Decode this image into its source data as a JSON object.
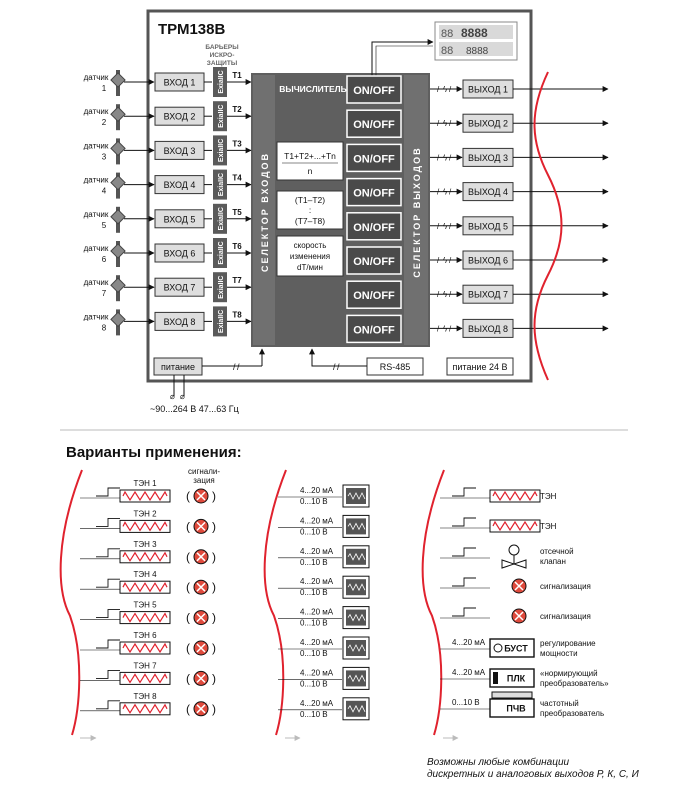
{
  "colors": {
    "frame": "#555555",
    "panel": "#5f5f5f",
    "panel_dark": "#4a4a4a",
    "box_fill": "#dedede",
    "wave": "#e0222e",
    "heater": "#e0222e",
    "lamp": "#e04a3c",
    "text": "#111111"
  },
  "device": {
    "title": "ТРМ138В",
    "barrier_label": "БАРЬЕРЫ ИСКРО-ЗАЩИТЫ",
    "sensor_label": "датчик",
    "sensors": [
      "1",
      "2",
      "3",
      "4",
      "5",
      "6",
      "7",
      "8"
    ],
    "inputs": [
      "ВХОД 1",
      "ВХОД 2",
      "ВХОД 3",
      "ВХОД 4",
      "ВХОД 5",
      "ВХОД 6",
      "ВХОД 7",
      "ВХОД 8"
    ],
    "barrier_tag": "ExiaIIC",
    "channels": [
      "T1",
      "T2",
      "T3",
      "T4",
      "T5",
      "T6",
      "T7",
      "T8"
    ],
    "input_selector": "СЕЛЕКТОР ВХОДОВ",
    "output_selector": "СЕЛЕКТОР ВЫХОДОВ",
    "calculator": "ВЫЧИСЛИТЕЛЬ",
    "formula_sum": "T1+T2+...+Tn",
    "formula_n": "n",
    "formula_diff_top": "(T1–T2)",
    "formula_diff_dots": ":",
    "formula_diff_bottom": "(T7–T8)",
    "formula_rate_1": "скорость",
    "formula_rate_2": "изменения",
    "formula_rate_3": "dT/мин",
    "onoff": "ON/OFF",
    "outputs": [
      "ВЫХОД 1",
      "ВЫХОД 2",
      "ВЫХОД 3",
      "ВЫХОД 4",
      "ВЫХОД 5",
      "ВЫХОД 6",
      "ВЫХОД 7",
      "ВЫХОД 8"
    ],
    "display_top": "8888",
    "display_bottom": "8888",
    "display_small": "88",
    "power": "питание",
    "rs485": "RS-485",
    "power24": "питание 24 В",
    "supply": "~90...264 В 47...63 Гц",
    "slash_mark": "/",
    "bolt_mark": "ϟ"
  },
  "variants": {
    "title": "Варианты применения:",
    "signal_label_1": "сигнали-",
    "signal_label_2": "зация",
    "heaters": [
      "ТЭН 1",
      "ТЭН 2",
      "ТЭН 3",
      "ТЭН 4",
      "ТЭН 5",
      "ТЭН 6",
      "ТЭН 7",
      "ТЭН 8"
    ],
    "paren_open": "(",
    "paren_close": ")",
    "analog_ma": "4...20 мА",
    "analog_v": "0...10 В",
    "combo": [
      {
        "label": "ТЭН"
      },
      {
        "label": "ТЭН"
      },
      {
        "label": "отсечной",
        "label2": "клапан"
      },
      {
        "label": "сигнализация"
      },
      {
        "label": "сигнализация"
      },
      {
        "signal": "4...20 мА",
        "device": "БУСТ",
        "label": "регулирование",
        "label2": "мощности"
      },
      {
        "signal": "4...20 мА",
        "device": "ПЛК",
        "label": "«нормирующий",
        "label2": "преобразователь»"
      },
      {
        "signal": "0...10 В",
        "device": "ПЧВ",
        "label": "частотный",
        "label2": "преобразователь"
      }
    ],
    "note_1": "Возможны любые комбинации",
    "note_2": "дискретных и аналоговых выходов Р, К, С, И"
  }
}
